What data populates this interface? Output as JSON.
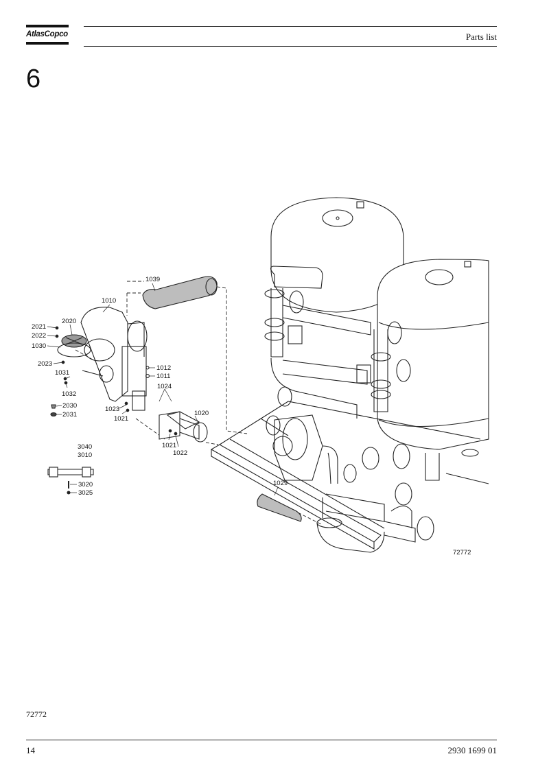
{
  "header": {
    "brand": "AtlasCopco",
    "title": "Parts list"
  },
  "section": {
    "number": "6"
  },
  "figure": {
    "ref_in_drawing": "72772",
    "ref_below": "72772",
    "callouts": {
      "c1039": "1039",
      "c1010": "1010",
      "c2020": "2020",
      "c2021": "2021",
      "c2022": "2022",
      "c1030": "1030",
      "c2023": "2023",
      "c1031": "1031",
      "c1032": "1032",
      "c2030": "2030",
      "c2031": "2031",
      "c1012": "1012",
      "c1011": "1011",
      "c1024": "1024",
      "c1023": "1023",
      "c1021a": "1021",
      "c1020": "1020",
      "c1021b": "1021",
      "c1022": "1022",
      "c3040": "3040",
      "c3010": "3010",
      "c3020": "3020",
      "c3025": "3025",
      "c1029": "1029"
    }
  },
  "footer": {
    "page": "14",
    "doc_number": "2930 1699 01"
  }
}
